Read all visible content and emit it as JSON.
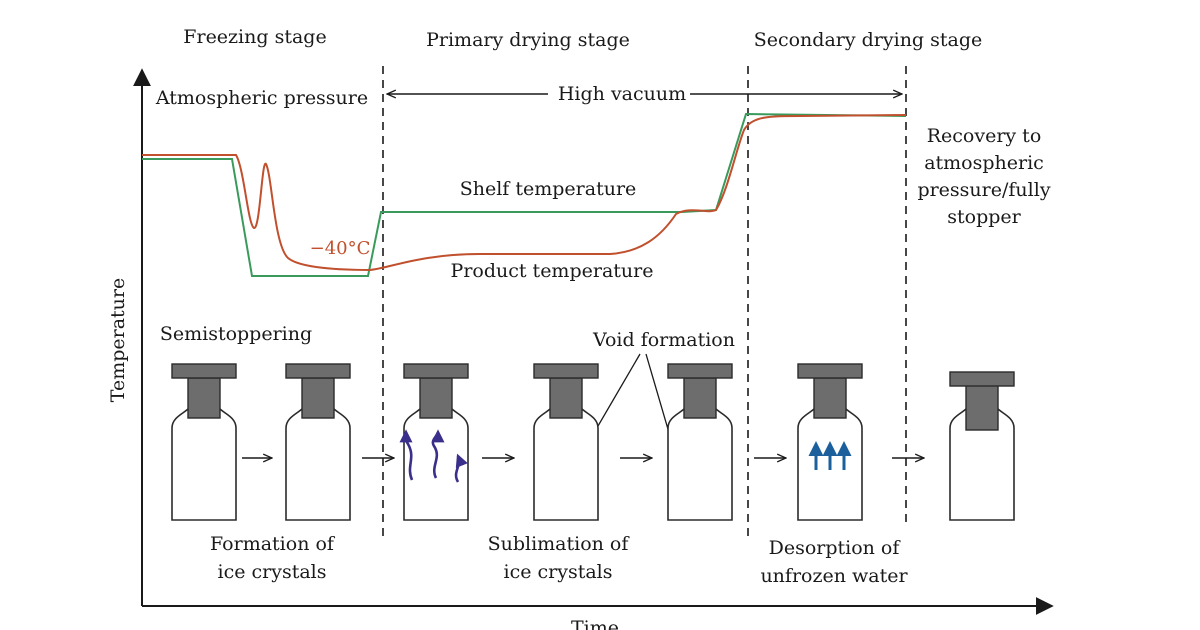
{
  "stages": {
    "freezing": "Freezing stage",
    "primary": "Primary drying stage",
    "secondary": "Secondary drying stage"
  },
  "labels": {
    "atmospheric": "Atmospheric pressure",
    "high_vacuum": "High vacuum",
    "shelf": "Shelf temperature",
    "product": "Product temperature",
    "minus40": "−40°C",
    "semistoppering": "Semistoppering",
    "void": "Void formation",
    "recovery": [
      "Recovery to",
      "atmospheric",
      "pressure/fully",
      "stopper"
    ],
    "formation": [
      "Formation of",
      "ice crystals"
    ],
    "sublimation": [
      "Sublimation of",
      "ice crystals"
    ],
    "desorption": [
      "Desorption of",
      "unfrozen water"
    ]
  },
  "axes": {
    "y_label": "Temperature",
    "x_label": "Time"
  },
  "colors": {
    "shelf_line": "#3a9a5b",
    "product_line": "#c0502e",
    "liquid": "#4fb3b0",
    "crystal": "#3a2f8a",
    "pore": "#ffffff",
    "dry_cake": "#f3ec9a",
    "vapor_arrow": "#1b5f9c",
    "stopper": "#6d6d6d"
  },
  "icons": {
    "vapor": "curved-arrow-icon",
    "desorb": "up-arrow-icon"
  }
}
